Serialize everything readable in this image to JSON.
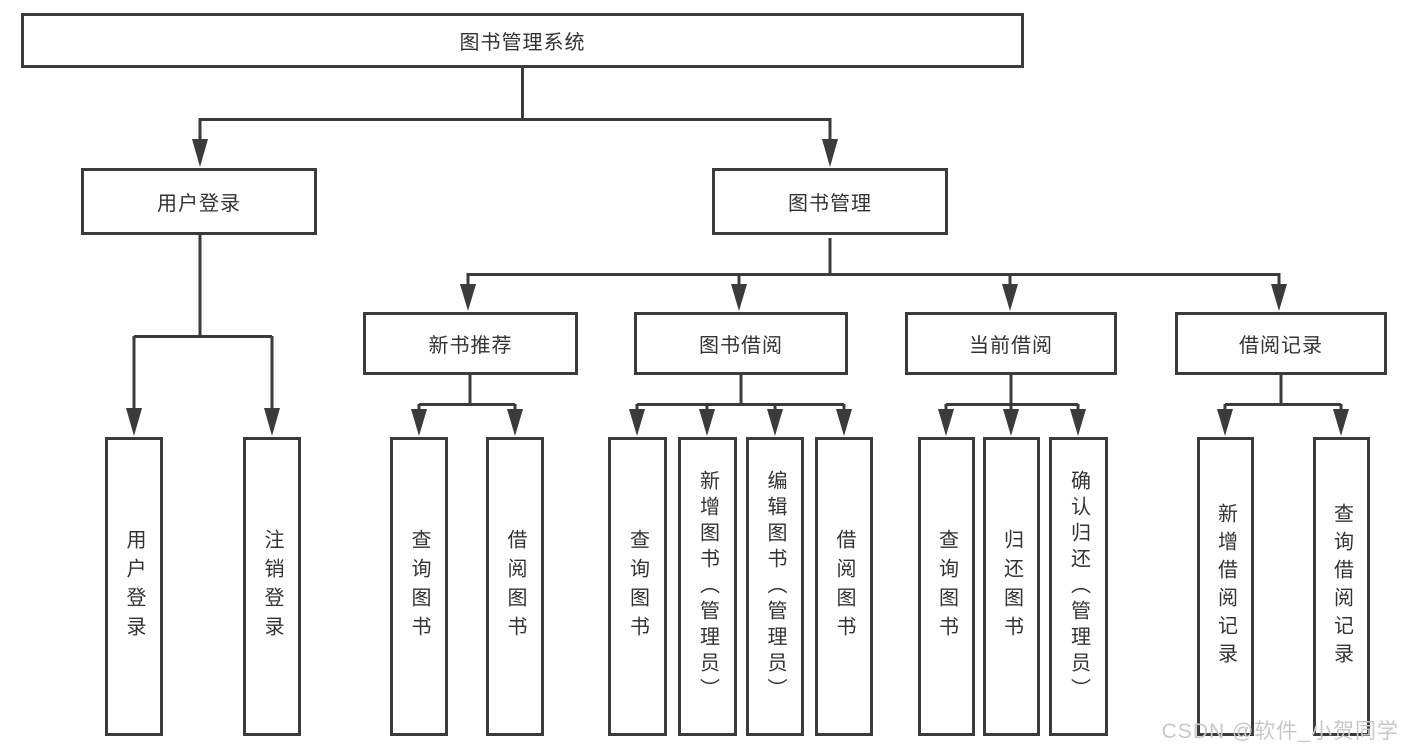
{
  "diagram_type": "hierarchy-tree",
  "tree": {
    "label": "图书管理系统",
    "children": [
      {
        "label": "用户登录",
        "children": [
          {
            "label": "用户登录"
          },
          {
            "label": "注销登录"
          }
        ]
      },
      {
        "label": "图书管理",
        "children": [
          {
            "label": "新书推荐",
            "children": [
              {
                "label": "查询图书"
              },
              {
                "label": "借阅图书"
              }
            ]
          },
          {
            "label": "图书借阅",
            "children": [
              {
                "label": "查询图书"
              },
              {
                "label": "新增图书（管理员）"
              },
              {
                "label": "编辑图书（管理员）"
              },
              {
                "label": "借阅图书"
              }
            ]
          },
          {
            "label": "当前借阅",
            "children": [
              {
                "label": "查询图书"
              },
              {
                "label": "归还图书"
              },
              {
                "label": "确认归还（管理员）"
              }
            ]
          },
          {
            "label": "借阅记录",
            "children": [
              {
                "label": "新增借阅记录"
              },
              {
                "label": "查询借阅记录"
              }
            ]
          }
        ]
      }
    ]
  },
  "watermark": {
    "text": "CSDN @软件_小贺同学"
  },
  "colors": {
    "line": "#3b3b3b",
    "text": "#333333",
    "watermark": "#c8c8c8",
    "background": "#ffffff"
  }
}
